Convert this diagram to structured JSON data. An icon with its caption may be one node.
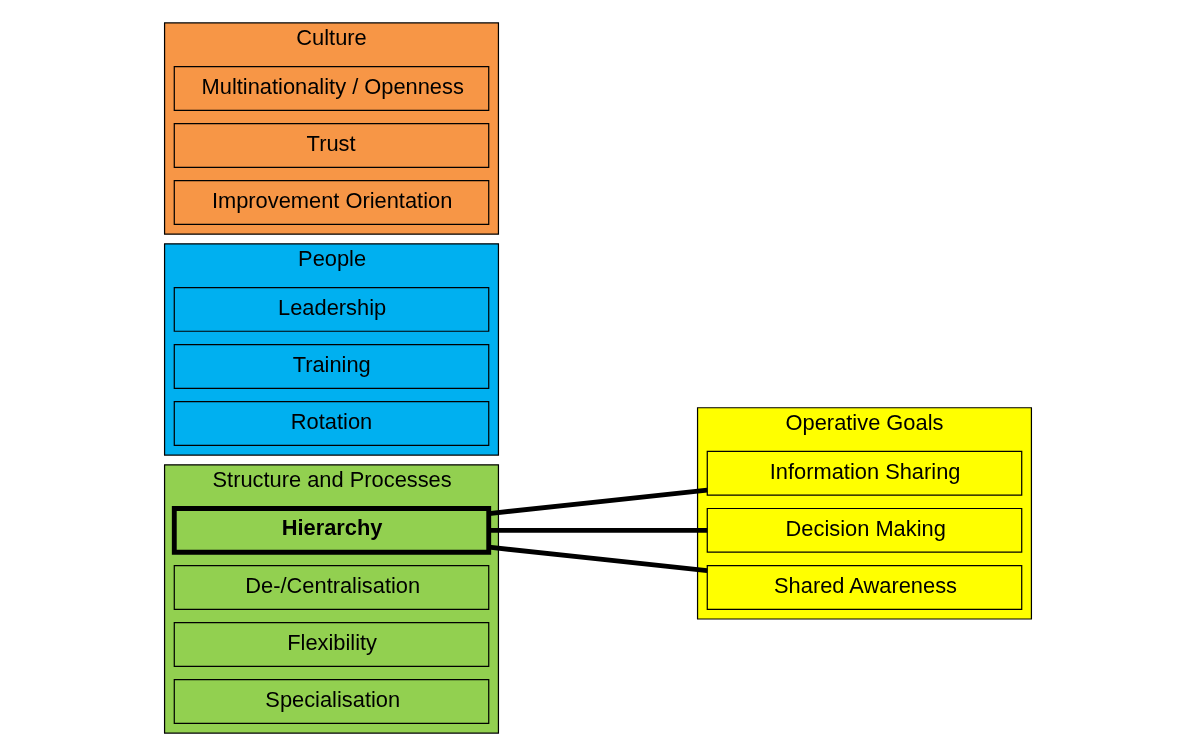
{
  "diagram": {
    "nodes": [
      {
        "text": [
          "Structure and Processes"
        ]
      },
      {
        "text": [
          "Hierarchy"
        ],
        "in": 0
      },
      {
        "text": [
          "De-/Centralisation"
        ],
        "in": 0
      },
      {
        "text": [
          "Flexibility"
        ],
        "in": 0
      },
      {
        "text": [
          "Specialisation"
        ],
        "in": 0
      },
      {
        "text": [
          "People"
        ]
      },
      {
        "text": [
          "Leadership"
        ],
        "in": 5
      },
      {
        "text": [
          "Training"
        ],
        "in": 5
      },
      {
        "text": [
          "Rotation"
        ],
        "in": 5
      },
      {
        "text": [
          "Culture"
        ]
      },
      {
        "text": [
          "Multinationality / Openness"
        ],
        "in": 9
      },
      {
        "text": [
          "Trust"
        ],
        "in": 9
      },
      {
        "text": [
          "Improvement Orientation"
        ],
        "in": 9
      },
      {
        "text": [
          "Operative Goals"
        ]
      },
      {
        "text": [
          "Information Sharing"
        ],
        "in": 13
      },
      {
        "text": [
          "Decision Making"
        ],
        "in": 13
      },
      {
        "text": [
          "Shared Awareness"
        ],
        "in": 13
      }
    ],
    "edges": [
      {
        "from": 1,
        "to": 14,
        "arrow": "none"
      },
      {
        "from": 1,
        "to": 15,
        "arrow": "none"
      },
      {
        "from": 1,
        "to": 16,
        "arrow": "none"
      }
    ]
  }
}
